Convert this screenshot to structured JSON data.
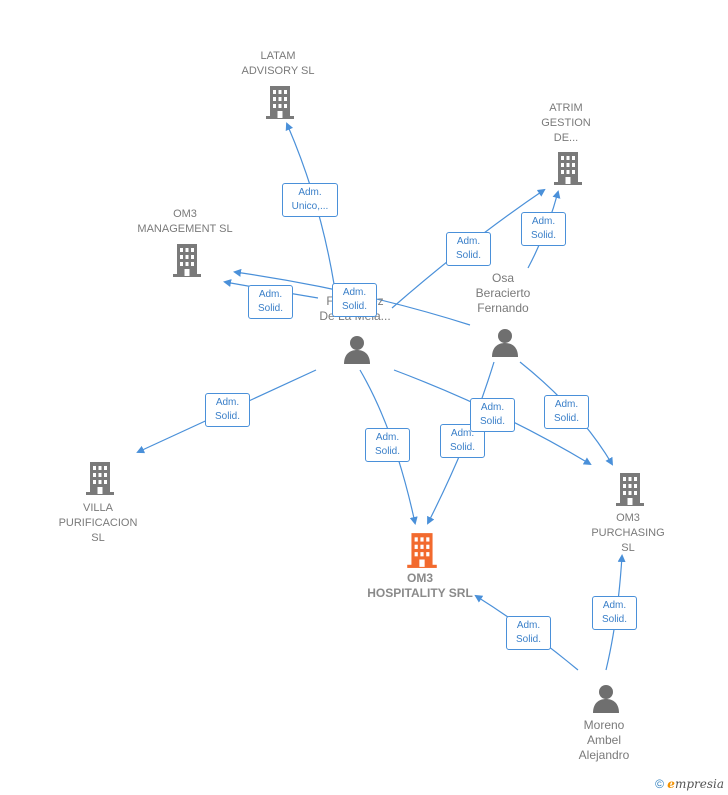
{
  "nodes": {
    "latam": {
      "label": "LATAM\nADVISORY  SL"
    },
    "atrim": {
      "label": "ATRIM\nGESTION\nDE..."
    },
    "om3_management": {
      "label": "OM3\nMANAGEMENT SL"
    },
    "villa": {
      "label": "VILLA\nPURIFICACION\nSL"
    },
    "om3_hospitality": {
      "label": "OM3\nHOSPITALITY SRL"
    },
    "om3_purchasing": {
      "label": "OM3\nPURCHASING\nSL"
    },
    "fernandez": {
      "label": "Fernandez\nDe La Mela..."
    },
    "osa": {
      "label": "Osa\nBeracierto\nFernando"
    },
    "moreno": {
      "label": "Moreno\nAmbel\nAlejandro"
    }
  },
  "roles": {
    "r1": "Adm.\nUnico,...",
    "r2": "Adm.\nSolid.",
    "r3": "Adm.\nSolid.",
    "r4": "Adm.\nSolid.",
    "r5": "Adm.\nSolid.",
    "r6": "Adm.\nSolid.",
    "r7": "Adm.\nSolid.",
    "r8": "Adm.\nSolid.",
    "r9": "Adm.\nSolid.",
    "r10": "Adm.\nSolid.",
    "r11": "Adm.\nSolid.",
    "r12": "Adm.\nSolid."
  },
  "footer": {
    "copyright": "©",
    "brand_first": "e",
    "brand_rest": "mpresia"
  },
  "colors": {
    "edge": "#4a90d9",
    "company_icon": "#7a7a7a",
    "focus_icon": "#f26a2e",
    "person_icon": "#6f6f6f"
  }
}
